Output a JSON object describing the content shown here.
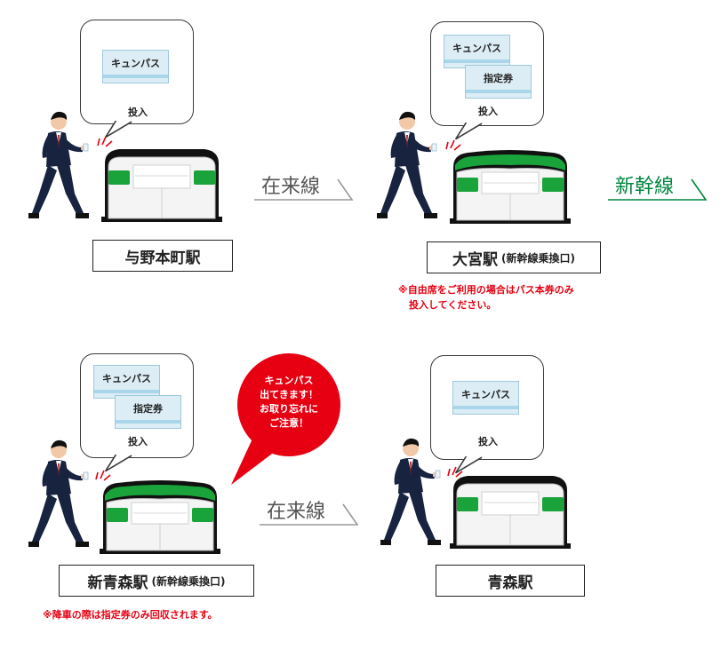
{
  "ticket_labels": {
    "kyunpass": "キュンパス",
    "shitei": "指定券"
  },
  "insert_label": "投入",
  "panels": [
    {
      "station": "与野本町駅",
      "sub": ""
    },
    {
      "station": "大宮駅",
      "sub": "(新幹線乗換口)"
    },
    {
      "station": "新青森駅",
      "sub": "(新幹線乗換口)"
    },
    {
      "station": "青森駅",
      "sub": ""
    }
  ],
  "lines": {
    "top_left": "在来線",
    "top_right": "新幹線",
    "bottom": "在来線"
  },
  "notes": {
    "omiya_line1": "※自由席をご利用の場合はパス本券のみ",
    "omiya_line2": "投入してください。",
    "shinaomori": "※降車の際は指定券のみ回収されます。"
  },
  "warning": {
    "line1": "キュンパス",
    "line2": "出てきます！",
    "line3": "お取り忘れに",
    "line4": "ご注意！"
  },
  "colors": {
    "shinkansen_green": "#00863e",
    "gate_green": "#19a33a",
    "warning_red": "#e60012",
    "ticket_bg": "#dcedf5"
  }
}
